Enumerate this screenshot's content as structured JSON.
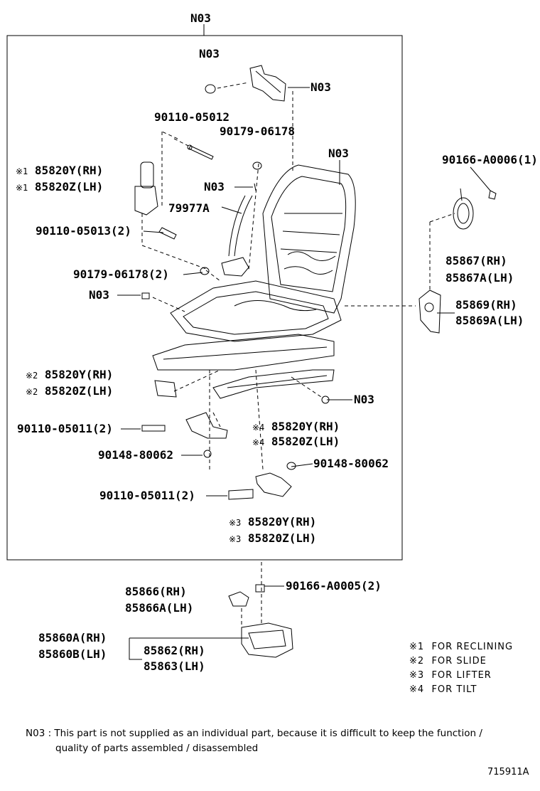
{
  "title": "N03",
  "labels": {
    "n03_top_nut": "N03",
    "n03_bracket": "N03",
    "p9011005012": "90110-05012",
    "p9017906178a": "90179-06178",
    "n03_back": "N03",
    "r1_y_mark": "※1",
    "r1_y": "85820Y(RH)",
    "r1_z_mark": "※1",
    "r1_z": "85820Z(LH)",
    "n03_bolt": "N03",
    "p79977a": "79977A",
    "p9011005013": "90110-05013(2)",
    "p9017906178b": "90179-06178(2)",
    "n03_left": "N03",
    "p90166a0006": "90166-A0006(1)",
    "p85867": "85867(RH)",
    "p85867a": "85867A(LH)",
    "p85869": "85869(RH)",
    "p85869a": "85869A(LH)",
    "s2_y_mark": "※2",
    "s2_y": "85820Y(RH)",
    "s2_z_mark": "※2",
    "s2_z": "85820Z(LH)",
    "n03_right": "N03",
    "p9011005011a": "90110-05011(2)",
    "t4_y_mark": "※4",
    "t4_y": "85820Y(RH)",
    "t4_z_mark": "※4",
    "t4_z": "85820Z(LH)",
    "p9014880062a": "90148-80062",
    "p9014880062b": "90148-80062",
    "p9011005011b": "90110-05011(2)",
    "l3_y_mark": "※3",
    "l3_y": "85820Y(RH)",
    "l3_z_mark": "※3",
    "l3_z": "85820Z(LH)",
    "p85866": "85866(RH)",
    "p85866a": "85866A(LH)",
    "p90166a0005": "90166-A0005(2)",
    "p85860a": "85860A(RH)",
    "p85860b": "85860B(LH)",
    "p85862": "85862(RH)",
    "p85863": "85863(LH)"
  },
  "legend": [
    {
      "mark": "※1",
      "text": "FOR  RECLINING"
    },
    {
      "mark": "※2",
      "text": "FOR  SLIDE"
    },
    {
      "mark": "※3",
      "text": "FOR  LIFTER"
    },
    {
      "mark": "※4",
      "text": "FOR  TILT"
    }
  ],
  "note": {
    "key": "N03",
    "line1": ": This part is not supplied as an individual part, because it is difficult to keep the function /",
    "line2": "quality of parts assembled / disassembled"
  },
  "diagram_code": "715911A"
}
